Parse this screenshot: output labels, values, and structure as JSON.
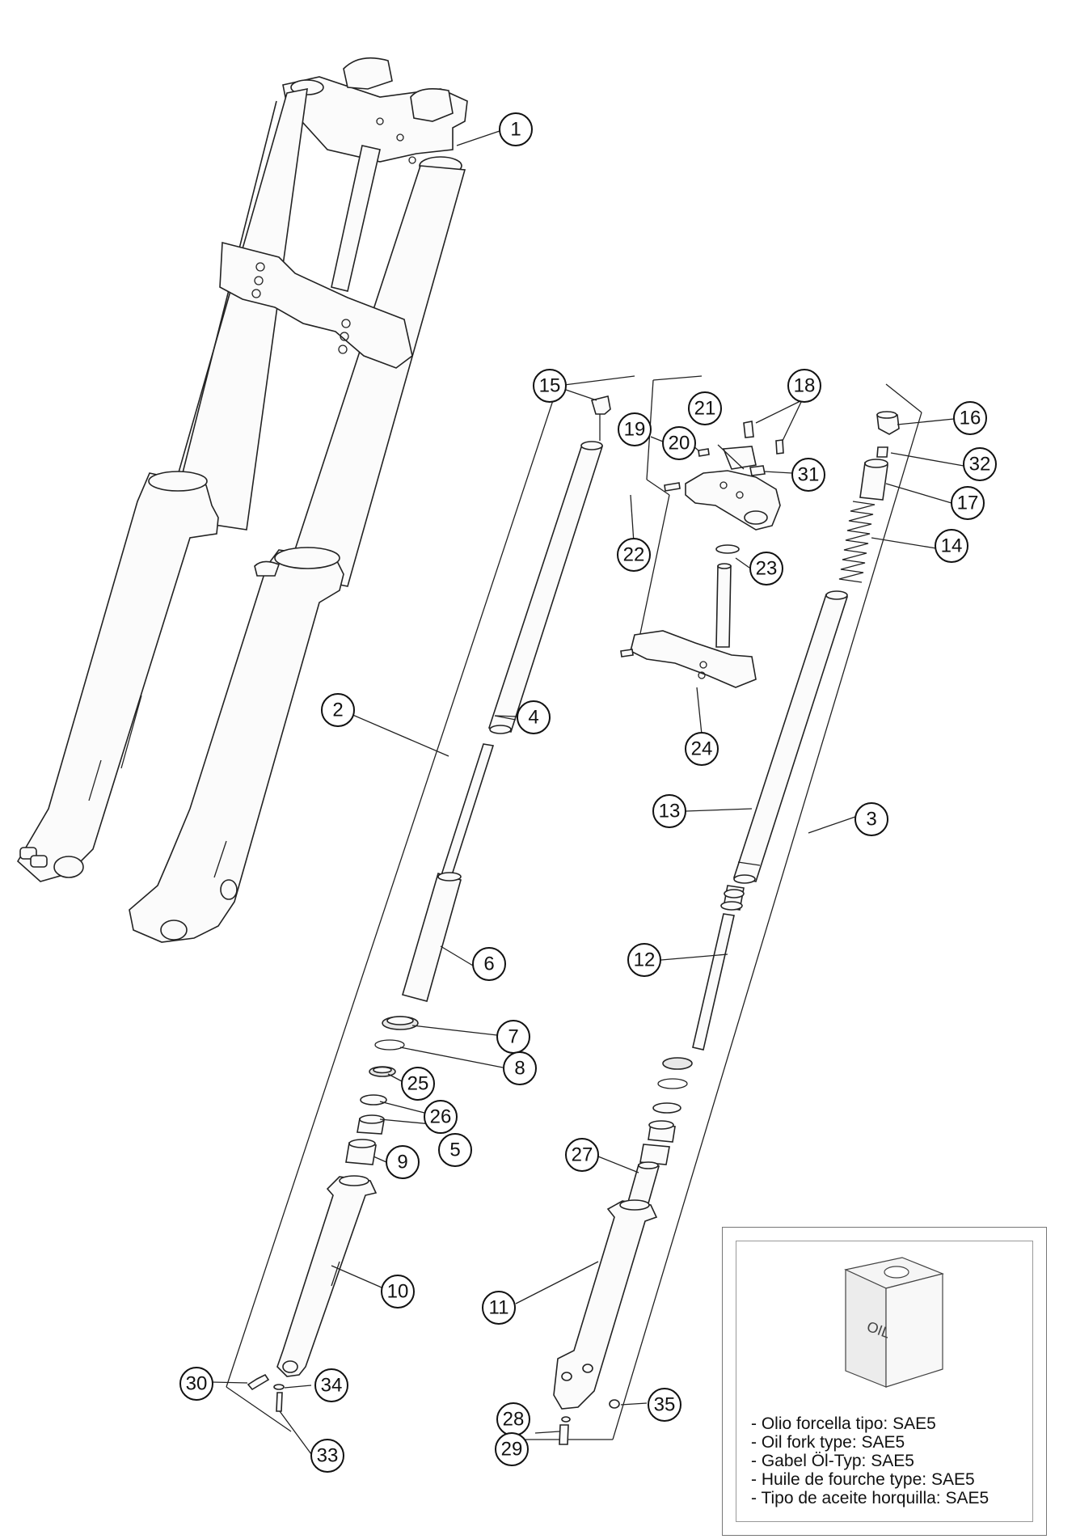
{
  "callouts": [
    {
      "n": "1"
    },
    {
      "n": "2"
    },
    {
      "n": "3"
    },
    {
      "n": "4"
    },
    {
      "n": "5"
    },
    {
      "n": "6"
    },
    {
      "n": "7"
    },
    {
      "n": "8"
    },
    {
      "n": "9"
    },
    {
      "n": "10"
    },
    {
      "n": "11"
    },
    {
      "n": "12"
    },
    {
      "n": "13"
    },
    {
      "n": "14"
    },
    {
      "n": "15"
    },
    {
      "n": "16"
    },
    {
      "n": "17"
    },
    {
      "n": "18"
    },
    {
      "n": "19"
    },
    {
      "n": "20"
    },
    {
      "n": "21"
    },
    {
      "n": "22"
    },
    {
      "n": "23"
    },
    {
      "n": "24"
    },
    {
      "n": "25"
    },
    {
      "n": "26"
    },
    {
      "n": "27"
    },
    {
      "n": "28"
    },
    {
      "n": "29"
    },
    {
      "n": "30"
    },
    {
      "n": "31"
    },
    {
      "n": "32"
    },
    {
      "n": "33"
    },
    {
      "n": "34"
    },
    {
      "n": "35"
    }
  ],
  "oil_note": {
    "can_label": "OIL",
    "lines": [
      "- Olio forcella tipo: SAE5",
      "- Oil fork type: SAE5",
      "- Gabel Öl-Typ: SAE5",
      "- Huile de fourche type: SAE5",
      "- Tipo de aceite horquilla: SAE5"
    ]
  }
}
